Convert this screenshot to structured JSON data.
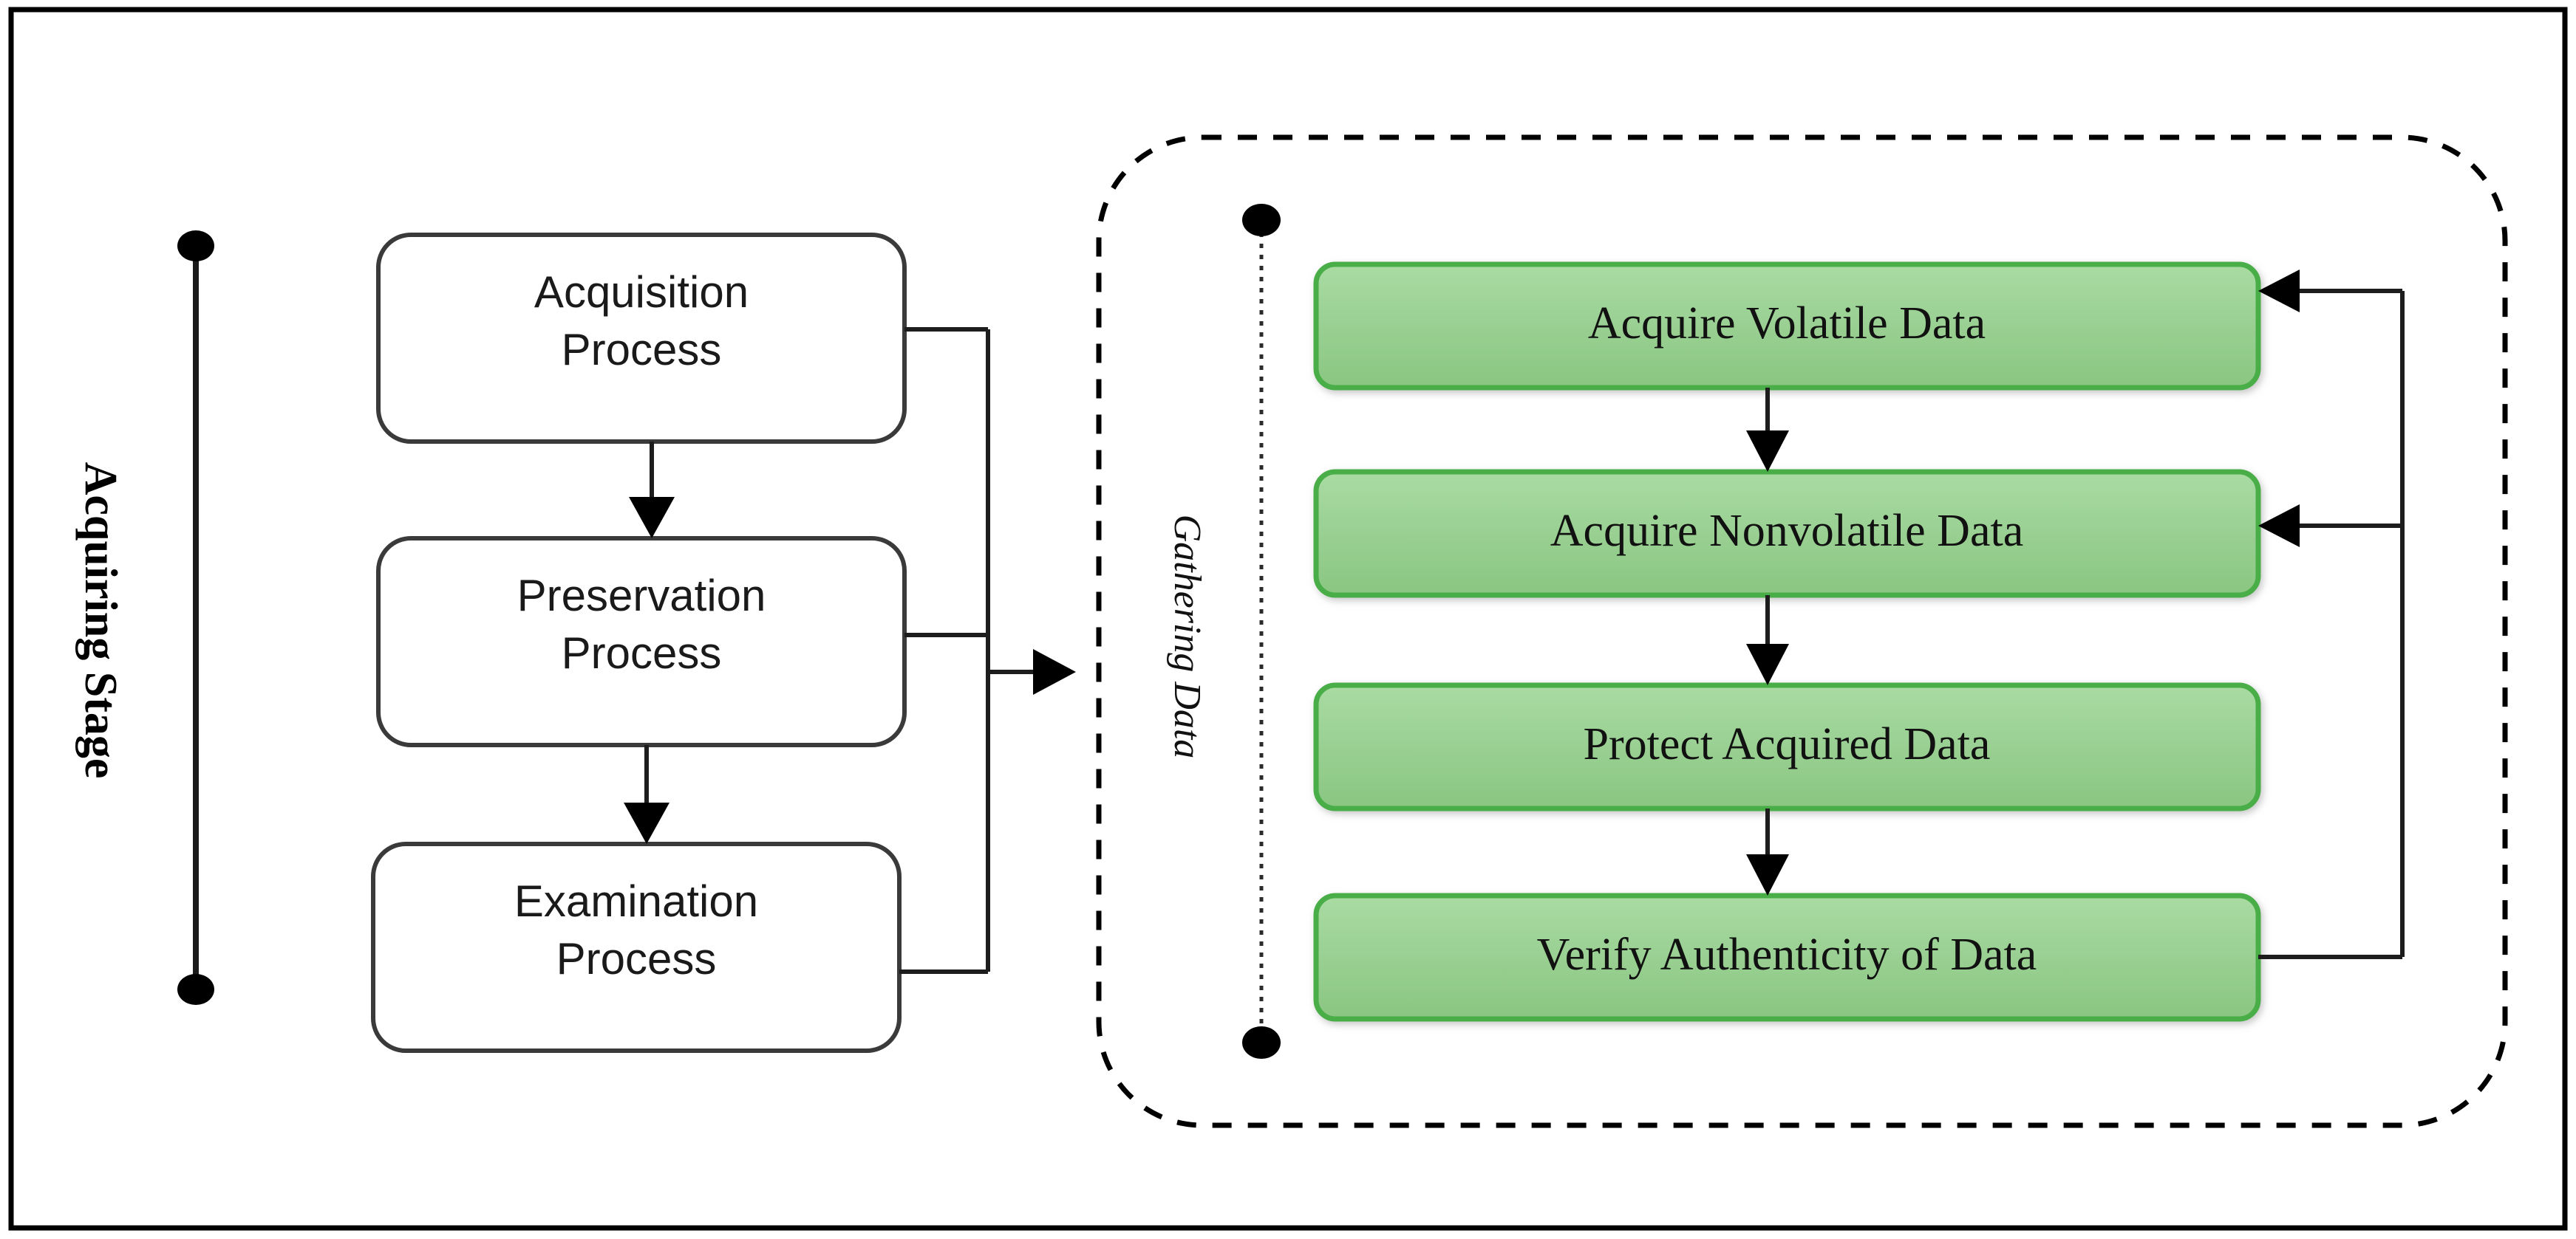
{
  "diagram": {
    "title": "Acquiring Stage",
    "stage_label": "Acquiring Stage",
    "group_label": "Gathering Data",
    "colors": {
      "green_fill_top": "#A4D79D",
      "green_fill_bottom": "#8CC784",
      "green_border": "#4AAE46",
      "box_border": "#3A3A3A",
      "frame_border": "#000000",
      "connector": "#1D1D1D",
      "text": "#111111",
      "background": "#FFFFFF"
    },
    "left_column": {
      "name": "process-chain",
      "boxes": [
        {
          "id": "acquisition",
          "line1": "Acquisition",
          "line2": "Process"
        },
        {
          "id": "preservation",
          "line1": "Preservation",
          "line2": "Process"
        },
        {
          "id": "examination",
          "line1": "Examination",
          "line2": "Process"
        }
      ],
      "flow_arrows": [
        {
          "from": "acquisition",
          "to": "preservation"
        },
        {
          "from": "preservation",
          "to": "examination"
        }
      ]
    },
    "right_group": {
      "name": "gathering-data-group",
      "label": "Gathering Data",
      "boxes": [
        {
          "id": "acquire-volatile",
          "label": "Acquire Volatile Data"
        },
        {
          "id": "acquire-nonvolatile",
          "label": "Acquire Nonvolatile Data"
        },
        {
          "id": "protect-acquired",
          "label": "Protect Acquired Data"
        },
        {
          "id": "verify-authenticity",
          "label": "Verify Authenticity of Data"
        }
      ],
      "flow_arrows": [
        {
          "from": "acquire-volatile",
          "to": "acquire-nonvolatile"
        },
        {
          "from": "acquire-nonvolatile",
          "to": "protect-acquired"
        },
        {
          "from": "protect-acquired",
          "to": "verify-authenticity"
        }
      ],
      "feedback_arrows": [
        {
          "from": "verify-authenticity",
          "to": "acquire-volatile"
        },
        {
          "from": "verify-authenticity",
          "to": "acquire-nonvolatile"
        }
      ]
    },
    "cross_link": {
      "name": "process-to-gathering-arrow",
      "from": "process-chain",
      "to": "gathering-data-group"
    }
  }
}
